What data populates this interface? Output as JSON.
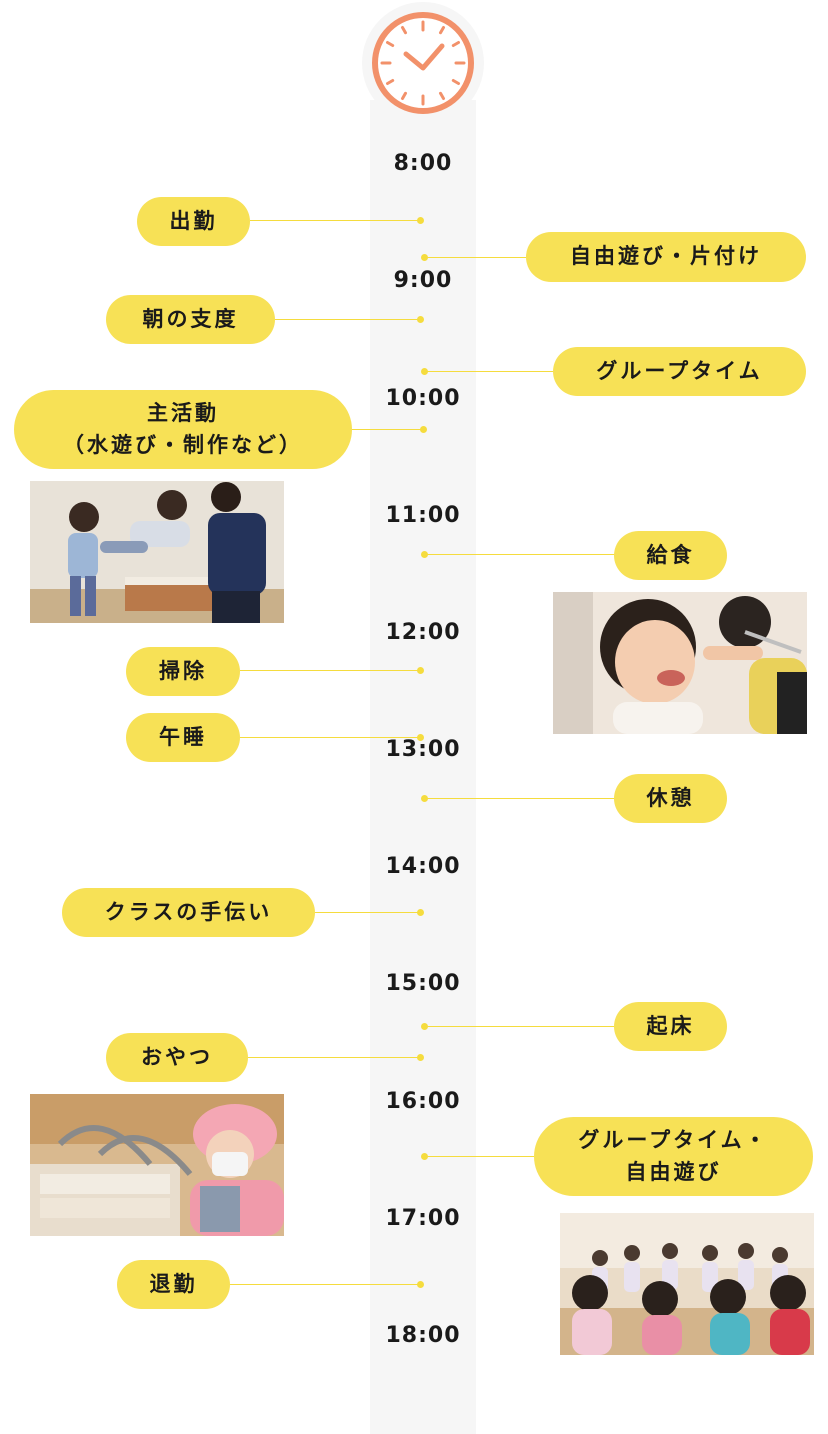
{
  "times": [
    "8:00",
    "9:00",
    "10:00",
    "11:00",
    "12:00",
    "13:00",
    "14:00",
    "15:00",
    "16:00",
    "17:00",
    "18:00"
  ],
  "events": [
    {
      "label": "出勤"
    },
    {
      "label": "自由遊び・片付け"
    },
    {
      "label": "朝の支度"
    },
    {
      "label": "グループタイム"
    },
    {
      "label": "主活動\n（水遊び・制作など）"
    },
    {
      "label": "給食"
    },
    {
      "label": "掃除"
    },
    {
      "label": "午睡"
    },
    {
      "label": "休憩"
    },
    {
      "label": "クラスの手伝い"
    },
    {
      "label": "起床"
    },
    {
      "label": "おやつ"
    },
    {
      "label": "グループタイム・\n自由遊び"
    },
    {
      "label": "退勤"
    }
  ],
  "colors": {
    "accent": "#f7e156",
    "clock": "#f2916a",
    "track": "#f6f6f6"
  },
  "icons": {
    "clock": "clock-icon"
  }
}
